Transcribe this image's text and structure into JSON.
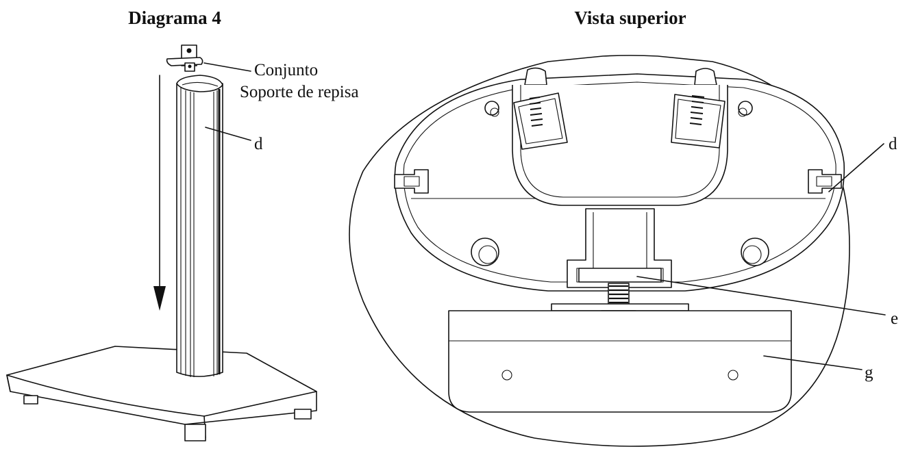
{
  "left_panel": {
    "title": "Diagrama 4",
    "label_bracket_line1": "Conjunto",
    "label_bracket_line2": "Soporte de repisa",
    "label_post": "d"
  },
  "right_panel": {
    "title": "Vista superior",
    "label_d": "d",
    "label_e": "e",
    "label_g": "g"
  }
}
